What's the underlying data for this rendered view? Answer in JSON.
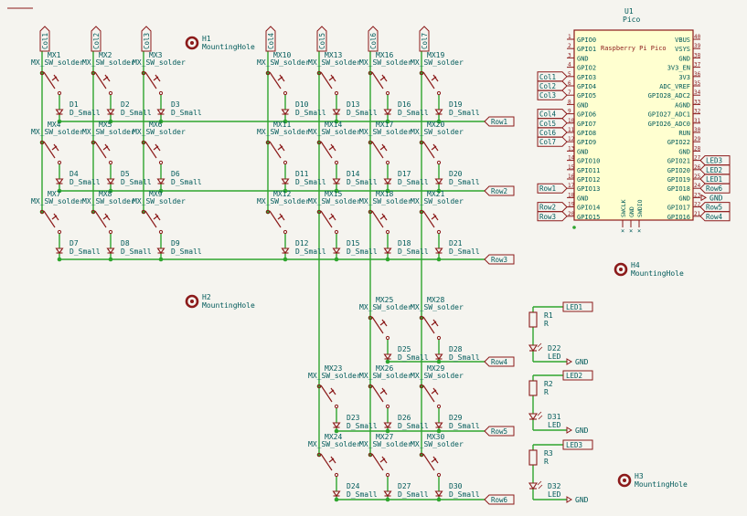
{
  "colors": {
    "wire": "#2ea52e",
    "body": "#8b1a1a",
    "text": "#005a5a",
    "pin": "#8b1a1a",
    "chip_fill": "#ffffd0",
    "bg": "#f5f4ef"
  },
  "common": {
    "sw_value": "MX_SW_solder",
    "diode_value": "D_Small",
    "r_value": "R",
    "led_value": "LED",
    "gnd": "GND",
    "hole_value": "MountingHole"
  },
  "cols": [
    "Col1",
    "Col2",
    "Col3",
    "Col4",
    "Col5",
    "Col6",
    "Col7"
  ],
  "rows": [
    "Row1",
    "Row2",
    "Row3",
    "Row4",
    "Row5",
    "Row6"
  ],
  "leds": [
    "LED1",
    "LED2",
    "LED3"
  ],
  "sw_grid": [
    [
      "MX1",
      "MX2",
      "MX3",
      "MX10",
      "MX13",
      "MX16",
      "MX19"
    ],
    [
      "MX4",
      "MX5",
      "MX6",
      "MX11",
      "MX14",
      "MX17",
      "MX20"
    ],
    [
      "MX7",
      "MX8",
      "MX9",
      "MX12",
      "MX15",
      "MX18",
      "MX21"
    ]
  ],
  "d_grid": [
    [
      "D1",
      "D2",
      "D3",
      "D10",
      "D13",
      "D16",
      "D19"
    ],
    [
      "D4",
      "D5",
      "D6",
      "D11",
      "D14",
      "D17",
      "D20"
    ],
    [
      "D7",
      "D8",
      "D9",
      "D12",
      "D15",
      "D18",
      "D21"
    ]
  ],
  "lower_sw": [
    [
      null,
      "MX25",
      "MX28"
    ],
    [
      "MX23",
      "MX26",
      "MX29"
    ],
    [
      "MX24",
      "MX27",
      "MX30"
    ]
  ],
  "lower_d": [
    [
      null,
      "D25",
      "D28"
    ],
    [
      "D23",
      "D26",
      "D29"
    ],
    [
      "D24",
      "D27",
      "D30"
    ]
  ],
  "led_refs": [
    {
      "r": "R1",
      "d": "D22",
      "net": "LED1"
    },
    {
      "r": "R2",
      "d": "D31",
      "net": "LED2"
    },
    {
      "r": "R3",
      "d": "D32",
      "net": "LED3"
    }
  ],
  "holes": [
    "H1",
    "H2",
    "H3",
    "H4"
  ],
  "pico": {
    "ref": "U1",
    "value": "Pico",
    "title": "Raspberry Pi Pico",
    "left_pins": [
      {
        "n": "1",
        "name": "GPIO0",
        "net": ""
      },
      {
        "n": "2",
        "name": "GPIO1",
        "net": ""
      },
      {
        "n": "3",
        "name": "GND",
        "net": ""
      },
      {
        "n": "4",
        "name": "GPIO2",
        "net": ""
      },
      {
        "n": "5",
        "name": "GPIO3",
        "net": "Col1"
      },
      {
        "n": "6",
        "name": "GPIO4",
        "net": "Col2"
      },
      {
        "n": "7",
        "name": "GPIO5",
        "net": "Col3"
      },
      {
        "n": "8",
        "name": "GND",
        "net": ""
      },
      {
        "n": "9",
        "name": "GPIO6",
        "net": "Col4"
      },
      {
        "n": "10",
        "name": "GPIO7",
        "net": "Col5"
      },
      {
        "n": "11",
        "name": "GPIO8",
        "net": "Col6"
      },
      {
        "n": "12",
        "name": "GPIO9",
        "net": "Col7"
      },
      {
        "n": "13",
        "name": "GND",
        "net": ""
      },
      {
        "n": "14",
        "name": "GPIO10",
        "net": ""
      },
      {
        "n": "15",
        "name": "GPIO11",
        "net": ""
      },
      {
        "n": "16",
        "name": "GPIO12",
        "net": ""
      },
      {
        "n": "17",
        "name": "GPIO13",
        "net": "Row1"
      },
      {
        "n": "18",
        "name": "GND",
        "net": ""
      },
      {
        "n": "19",
        "name": "GPIO14",
        "net": "Row2"
      },
      {
        "n": "20",
        "name": "GPIO15",
        "net": "Row3"
      }
    ],
    "right_pins": [
      {
        "n": "40",
        "name": "VBUS",
        "net": ""
      },
      {
        "n": "39",
        "name": "VSYS",
        "net": ""
      },
      {
        "n": "38",
        "name": "GND",
        "net": ""
      },
      {
        "n": "37",
        "name": "3V3_EN",
        "net": ""
      },
      {
        "n": "36",
        "name": "3V3",
        "net": ""
      },
      {
        "n": "35",
        "name": "ADC_VREF",
        "net": ""
      },
      {
        "n": "34",
        "name": "GPIO28_ADC2",
        "net": ""
      },
      {
        "n": "33",
        "name": "AGND",
        "net": ""
      },
      {
        "n": "32",
        "name": "GPIO27_ADC1",
        "net": ""
      },
      {
        "n": "31",
        "name": "GPIO26_ADC0",
        "net": ""
      },
      {
        "n": "30",
        "name": "RUN",
        "net": ""
      },
      {
        "n": "29",
        "name": "GPIO22",
        "net": ""
      },
      {
        "n": "28",
        "name": "GND",
        "net": ""
      },
      {
        "n": "27",
        "name": "GPIO21",
        "net": "LED3"
      },
      {
        "n": "26",
        "name": "GPIO20",
        "net": "LED2"
      },
      {
        "n": "25",
        "name": "GPIO19",
        "net": "LED1"
      },
      {
        "n": "24",
        "name": "GPIO18",
        "net": "Row6"
      },
      {
        "n": "23",
        "name": "GND",
        "net": "GND"
      },
      {
        "n": "22",
        "name": "GPIO17",
        "net": "Row5"
      },
      {
        "n": "21",
        "name": "GPIO16",
        "net": "Row4"
      }
    ],
    "bottom_pins": [
      "SWCLK",
      "GND",
      "SWDIO"
    ]
  }
}
